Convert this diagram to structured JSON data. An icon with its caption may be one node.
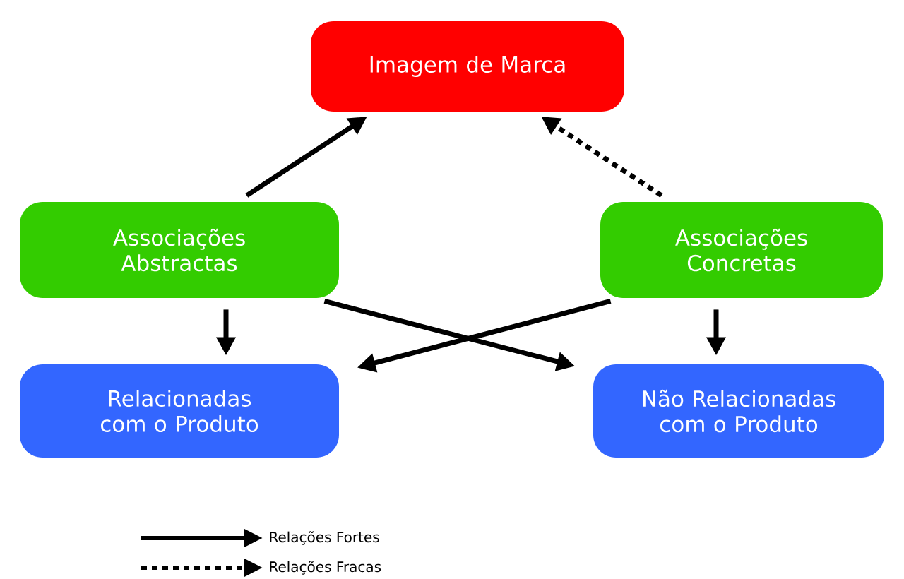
{
  "diagram": {
    "nodes": [
      {
        "text": [
          "Imagem de Marca"
        ]
      },
      {
        "text": [
          "Associações Abstractas"
        ]
      },
      {
        "text": [
          "Associações Concretas"
        ]
      },
      {
        "text": [
          "Relacionadas com o Produto"
        ]
      },
      {
        "text": [
          "Não Relacionadas com o Produto"
        ]
      }
    ],
    "edges": [
      {
        "from": 1,
        "to": 0,
        "arrow": "to"
      },
      {
        "from": 2,
        "to": 0,
        "arrow": "to",
        "style": "dashed"
      },
      {
        "from": 1,
        "to": 3,
        "arrow": "to"
      },
      {
        "from": 2,
        "to": 4,
        "arrow": "to"
      },
      {
        "from": 1,
        "to": 4,
        "arrow": "to"
      },
      {
        "from": 2,
        "to": 3,
        "arrow": "to"
      }
    ],
    "legend": [
      {
        "text": "Relações Fortes"
      },
      {
        "text": "Relações Fracas"
      }
    ]
  }
}
